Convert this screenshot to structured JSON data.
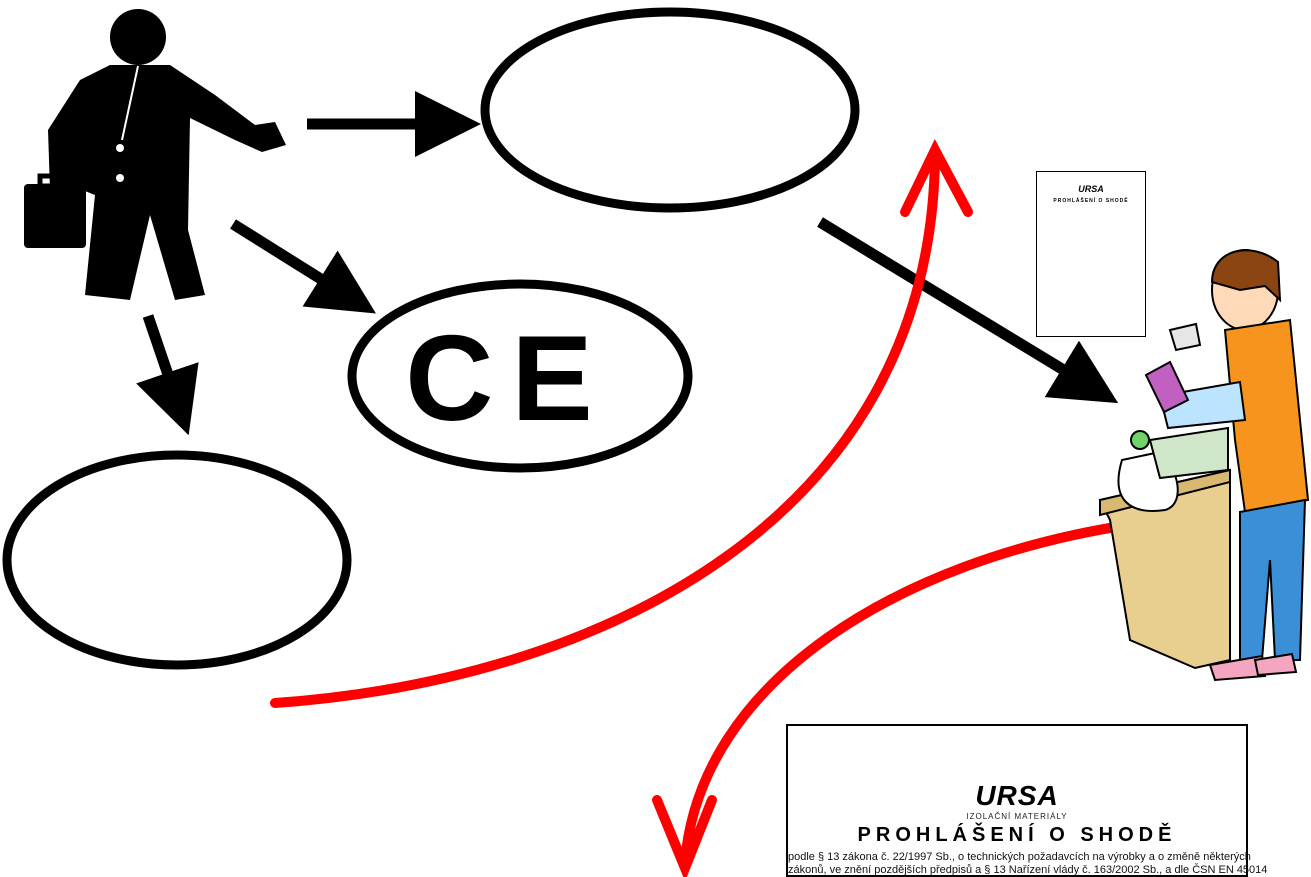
{
  "ce_mark": "CE",
  "declaration_small": {
    "brand": "URSA",
    "title": "PROHLÁŠENÍ O SHODĚ"
  },
  "declaration_large": {
    "brand": "URSA",
    "brand_subtitle": "IZOLAČNÍ MATERIÁLY",
    "title": "PROHLÁŠENÍ O SHODĚ",
    "line1": "podle § 13 zákona č. 22/1997 Sb., o technických požadavcích na výrobky a o změně některých",
    "line2": "zákonů, ve znění pozdějších předpisů a § 13 Nařízení vlády č. 163/2002 Sb., a dle ČSN EN 45014"
  },
  "colors": {
    "ink": "#000000",
    "red_arrow": "#ff0000",
    "shirt": "#f7941d",
    "jeans": "#3a8fd6",
    "counter": "#e9cf8f"
  }
}
